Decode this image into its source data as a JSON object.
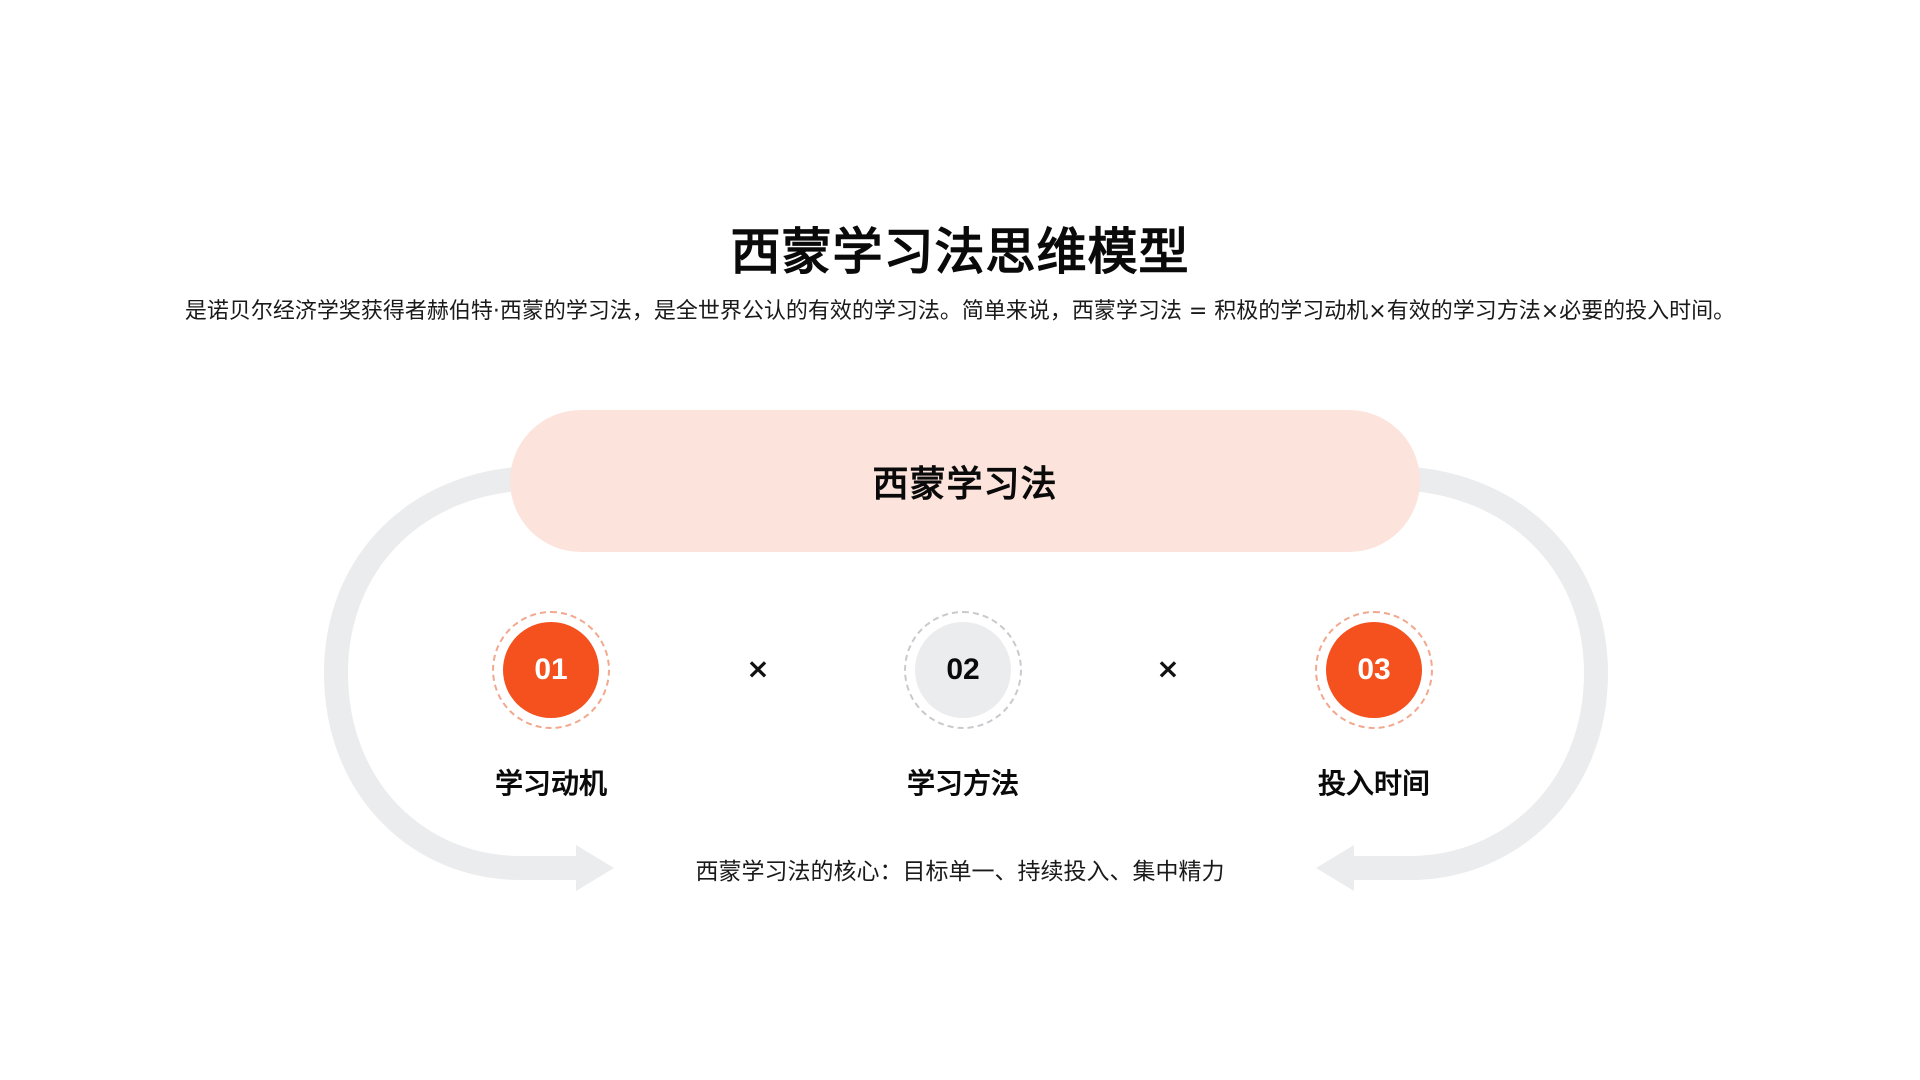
{
  "slide": {
    "title": "西蒙学习法思维模型",
    "subtitle": "是诺贝尔经济学奖获得者赫伯特·西蒙的学习法，是全世界公认的有效的学习法。简单来说，西蒙学习法 = 积极的学习动机×有效的学习方法×必要的投入时间。"
  },
  "diagram": {
    "center_label": "西蒙学习法",
    "operator": "×",
    "factors": [
      {
        "number": "01",
        "label": "学习动机",
        "style": "accent"
      },
      {
        "number": "02",
        "label": "学习方法",
        "style": "neutral"
      },
      {
        "number": "03",
        "label": "投入时间",
        "style": "accent"
      }
    ],
    "caption": "西蒙学习法的核心：目标单一、持续投入、集中精力"
  },
  "colors": {
    "accent": "#F4511E",
    "accent_ring": "#F2A88E",
    "pill_background": "#FCE4DC",
    "neutral_fill": "#EBECED",
    "neutral_ring": "#C8CACD",
    "arc": "#EBECED",
    "text": "#0a0a0a"
  }
}
